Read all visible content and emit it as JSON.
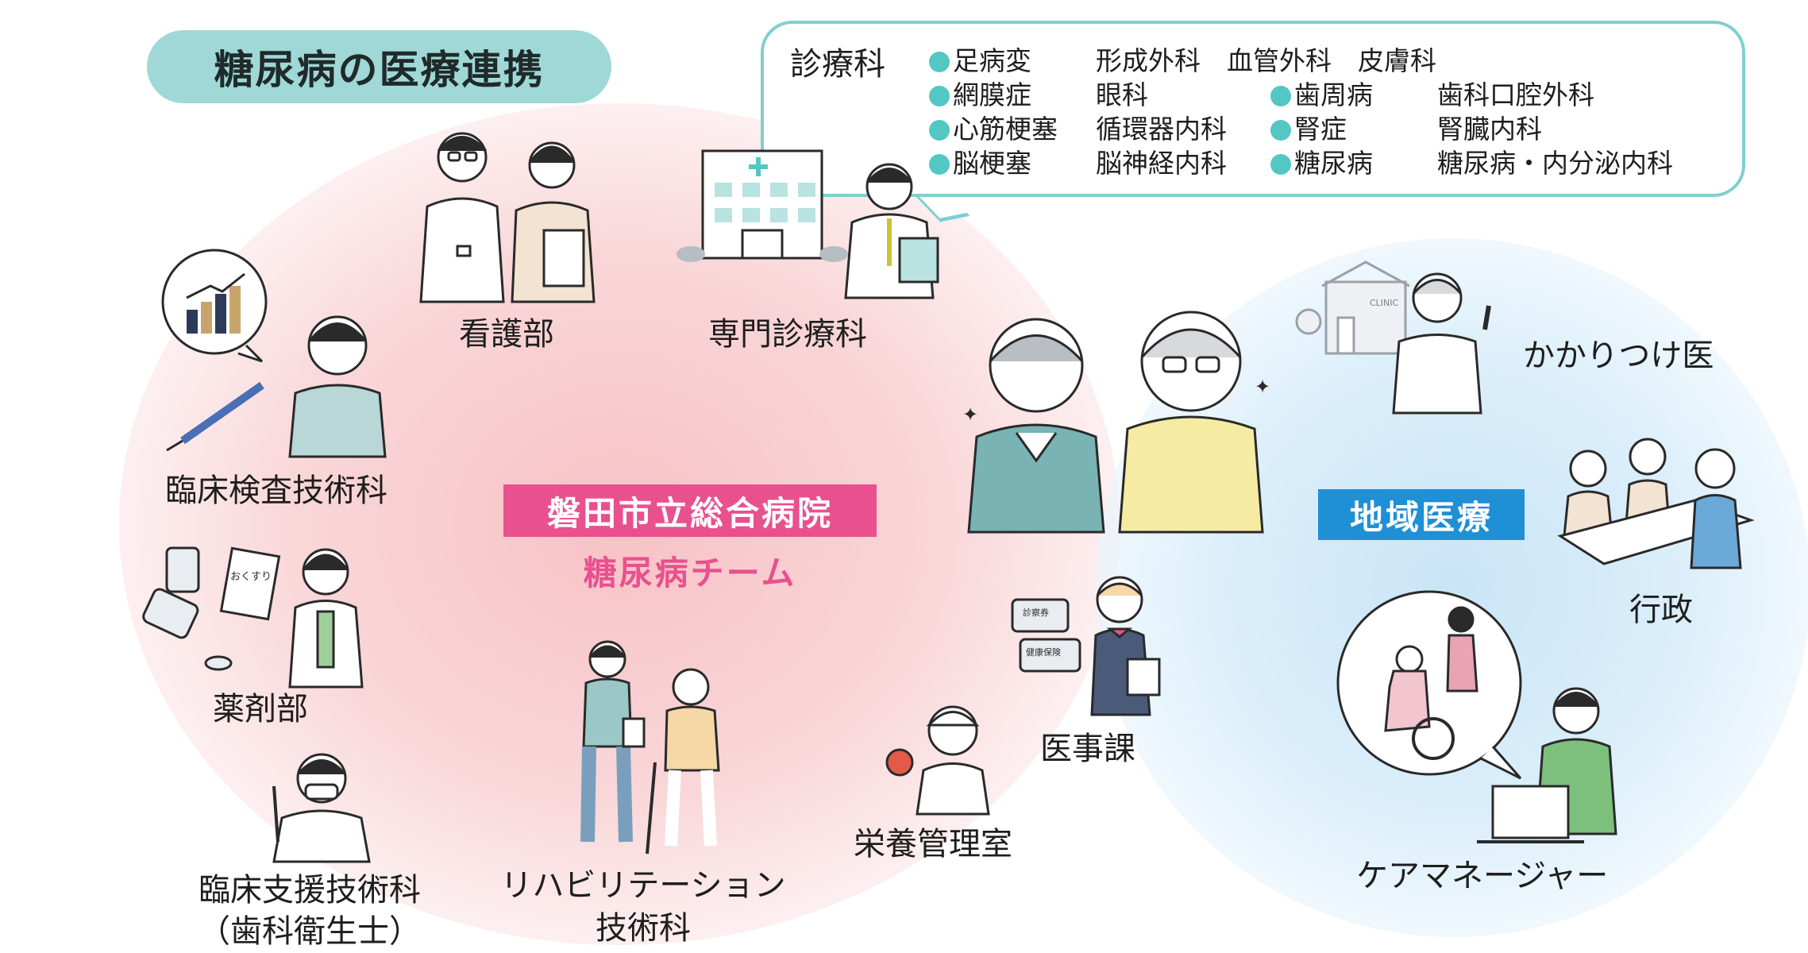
{
  "title": "糖尿病の医療連携",
  "departments": {
    "heading": "診療科",
    "pairs": [
      {
        "disease": "足病変",
        "dept": "形成外科　血管外科　皮膚科"
      },
      {
        "disease": "網膜症",
        "dept": "眼科"
      },
      {
        "disease": "心筋梗塞",
        "dept": "循環器内科"
      },
      {
        "disease": "脳梗塞",
        "dept": "脳神経内科"
      },
      {
        "disease": "歯周病",
        "dept": "歯科口腔外科"
      },
      {
        "disease": "腎症",
        "dept": "腎臓内科"
      },
      {
        "disease": "糖尿病",
        "dept": "糖尿病・内分泌内科"
      }
    ]
  },
  "hospital": {
    "name": "磐田市立総合病院",
    "team": "糖尿病チーム",
    "members": {
      "nursing": "看護部",
      "specialist": "専門診療科",
      "lab": "臨床検査技術科",
      "pharmacy": "薬剤部",
      "dental_line1": "臨床支援技術科",
      "dental_line2": "（歯科衛生士）",
      "rehab_line1": "リハビリテーション",
      "rehab_line2": "技術科",
      "nutrition": "栄養管理室",
      "medical_affairs": "医事課"
    }
  },
  "community": {
    "name": "地域医療",
    "members": {
      "family_doctor": "かかりつけ医",
      "government": "行政",
      "care_manager": "ケアマネージャー"
    }
  },
  "illustration_text": {
    "card_top": "診察券",
    "card_bottom": "健康保険",
    "clinic_sign": "CLINIC",
    "medicine_bag": "おくすり"
  },
  "colors": {
    "hospital_accent": "#e8508e",
    "community_accent": "#1f8fd6",
    "title_bg": "#9fd8d6",
    "bubble_border": "#7fcfcf",
    "dot": "#53c7c3"
  }
}
